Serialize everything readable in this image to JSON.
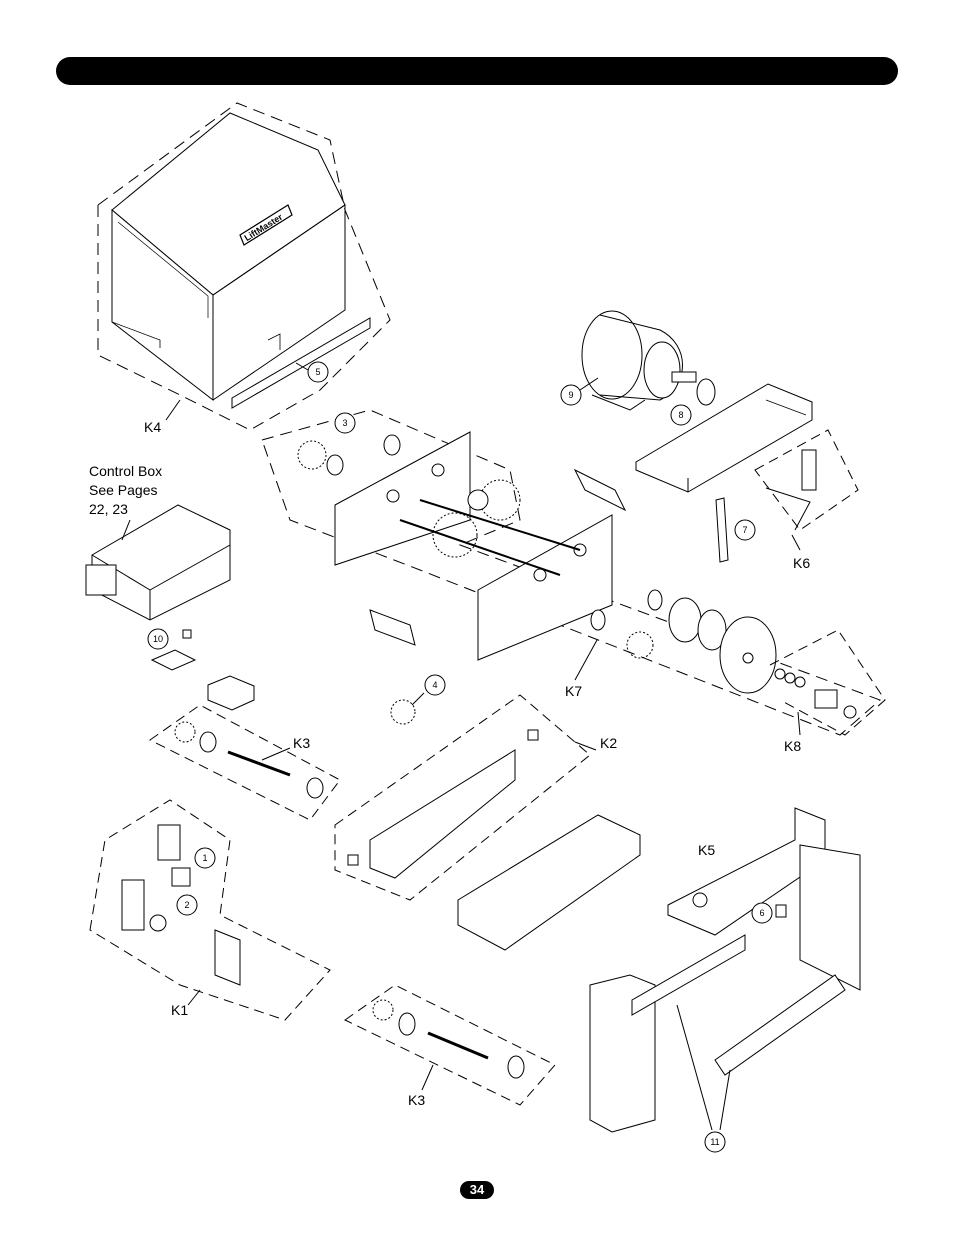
{
  "page_number": "34",
  "brand_label": "LiftMaster",
  "control_box_note": [
    "Control Box",
    "See Pages",
    "22, 23"
  ],
  "kit_labels": {
    "k1": "K1",
    "k2": "K2",
    "k3_top": "K3",
    "k3_bottom": "K3",
    "k4": "K4",
    "k5": "K5",
    "k6": "K6",
    "k7": "K7",
    "k8": "K8"
  },
  "callouts": {
    "c1": "1",
    "c2": "2",
    "c3": "3",
    "c4": "4",
    "c5": "5",
    "c6": "6",
    "c7": "7",
    "c8": "8",
    "c9": "9",
    "c10": "10",
    "c11": "11"
  }
}
